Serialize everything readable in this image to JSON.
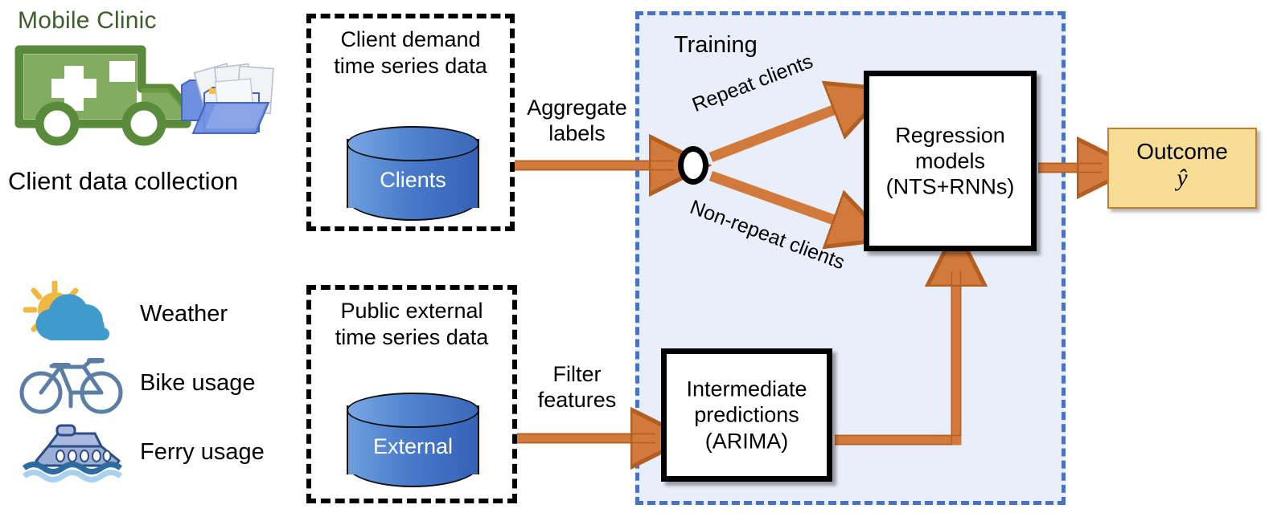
{
  "left_column": {
    "clinic_title": "Mobile Clinic",
    "clinic_caption": "Client data collection",
    "clinic_icon": "mobile-clinic-van-icon",
    "folders_icon": "document-folders-icon",
    "features": [
      {
        "label": "Weather",
        "icon": "sun-cloud-weather-icon"
      },
      {
        "label": "Bike usage",
        "icon": "bicycle-icon"
      },
      {
        "label": "Ferry usage",
        "icon": "ferry-boat-icon"
      }
    ]
  },
  "data_sources": [
    {
      "title_line1": "Client demand",
      "title_line2": "time series data",
      "cylinder_label": "Clients"
    },
    {
      "title_line1": "Public external",
      "title_line2": "time series data",
      "cylinder_label": "External"
    }
  ],
  "training": {
    "panel_label": "Training",
    "regression_box": {
      "line1": "Regression",
      "line2": "models",
      "line3": "(NTS+RNNs)"
    },
    "intermediate_box": {
      "line1": "Intermediate",
      "line2": "predictions",
      "line3": "(ARIMA)"
    }
  },
  "edges": {
    "aggregate_labels_l1": "Aggregate",
    "aggregate_labels_l2": "labels",
    "filter_features_l1": "Filter",
    "filter_features_l2": "features",
    "repeat_clients": "Repeat clients",
    "non_repeat_clients": "Non-repeat clients"
  },
  "outcome": {
    "label": "Outcome",
    "symbol": "ŷ"
  },
  "colors": {
    "arrow_orange": "#d2793c",
    "arrow_orange_dark": "#b35f22",
    "training_panel_fill": "#e9effa",
    "training_panel_border": "#4a72c4",
    "cylinder_blue_light": "#6d9ede",
    "cylinder_blue_dark": "#3561b5",
    "outcome_fill": "#f8dd96",
    "outcome_border": "#c0822e",
    "clinic_green": "#3d5e2b",
    "sun_yellow": "#f0b841",
    "cloud_blue": "#3f9bcb",
    "bike_blue": "#5b7ea4",
    "ferry_blue": "#9aaed6",
    "dashed_box_black": "#000000"
  }
}
